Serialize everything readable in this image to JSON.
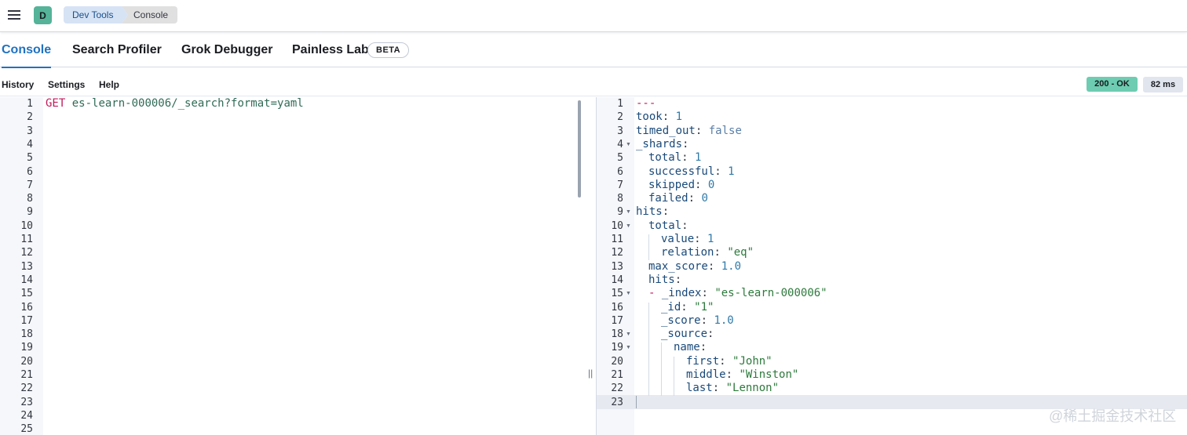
{
  "header": {
    "avatar_letter": "D",
    "breadcrumbs": [
      "Dev Tools",
      "Console"
    ]
  },
  "tabs": [
    {
      "label": "Console",
      "active": true
    },
    {
      "label": "Search Profiler",
      "active": false
    },
    {
      "label": "Grok Debugger",
      "active": false
    },
    {
      "label": "Painless Lab",
      "active": false
    }
  ],
  "beta_badge": "BETA",
  "toolbar": {
    "history": "History",
    "settings": "Settings",
    "help": "Help"
  },
  "response_status": {
    "status": "200 - OK",
    "time": "82 ms",
    "status_color": "#6dccb1"
  },
  "request_editor": {
    "line_count": 25,
    "method": "GET",
    "path": "es-learn-000006/_search?format=yaml"
  },
  "response_editor": {
    "lines": [
      {
        "key": "---",
        "value": ""
      },
      {
        "key": "took",
        "value": "1"
      },
      {
        "key": "timed_out",
        "value": "false"
      },
      {
        "key": "_shards",
        "value": ""
      },
      {
        "key": "total",
        "value": "1"
      },
      {
        "key": "successful",
        "value": "1"
      },
      {
        "key": "skipped",
        "value": "0"
      },
      {
        "key": "failed",
        "value": "0"
      },
      {
        "key": "hits",
        "value": ""
      },
      {
        "key": "total",
        "value": ""
      },
      {
        "key": "value",
        "value": "1"
      },
      {
        "key": "relation",
        "value": "\"eq\""
      },
      {
        "key": "max_score",
        "value": "1.0"
      },
      {
        "key": "hits",
        "value": ""
      },
      {
        "key": "_index",
        "value": "\"es-learn-000006\""
      },
      {
        "key": "_id",
        "value": "\"1\""
      },
      {
        "key": "_score",
        "value": "1.0"
      },
      {
        "key": "_source",
        "value": ""
      },
      {
        "key": "name",
        "value": ""
      },
      {
        "key": "first",
        "value": "\"John\""
      },
      {
        "key": "middle",
        "value": "\"Winston\""
      },
      {
        "key": "last",
        "value": "\"Lennon\""
      },
      {
        "key": "",
        "value": ""
      }
    ]
  },
  "watermark": "@稀土掘金技术社区"
}
